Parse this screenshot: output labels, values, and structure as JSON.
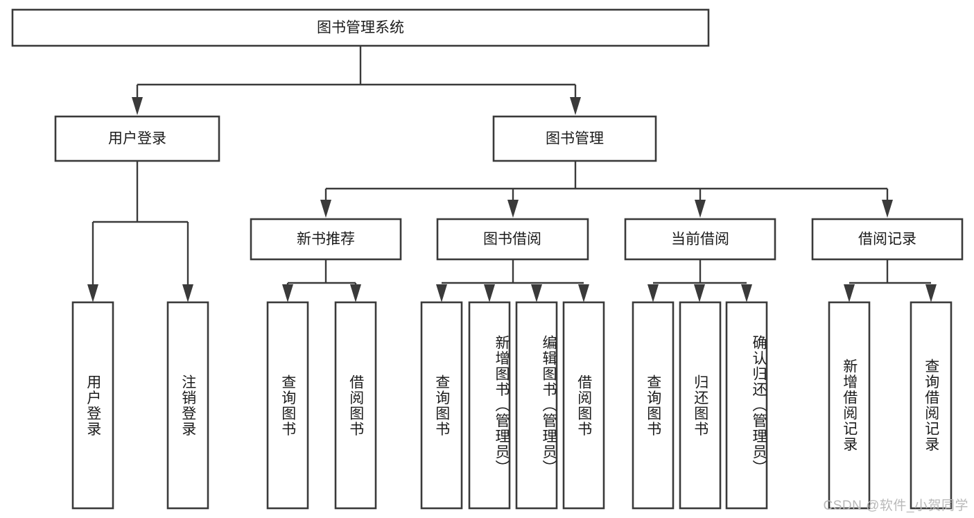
{
  "diagram": {
    "type": "tree",
    "title": "图书管理系统",
    "watermark": "CSDN @软件_小贺同学",
    "colors": {
      "box_stroke": "#3a3a3a",
      "box_fill": "#ffffff",
      "text": "#1b1b1b",
      "connector": "#3a3a3a",
      "watermark": "#b9b9b9",
      "background": "#ffffff"
    },
    "root": {
      "label": "图书管理系统"
    },
    "level2": [
      {
        "label": "用户登录"
      },
      {
        "label": "图书管理"
      }
    ],
    "level3": [
      {
        "label": "新书推荐"
      },
      {
        "label": "图书借阅"
      },
      {
        "label": "当前借阅"
      },
      {
        "label": "借阅记录"
      }
    ],
    "leaves": {
      "user_login": [
        {
          "label": "用户登录"
        },
        {
          "label": "注销登录"
        }
      ],
      "new_book_recommend": [
        {
          "label": "查询图书"
        },
        {
          "label": "借阅图书"
        }
      ],
      "book_borrow": [
        {
          "label": "查询图书"
        },
        {
          "label": "新增图书（管理员）"
        },
        {
          "label": "编辑图书（管理员）"
        },
        {
          "label": "借阅图书"
        }
      ],
      "current_borrow": [
        {
          "label": "查询图书"
        },
        {
          "label": "归还图书"
        },
        {
          "label": "确认归还（管理员）"
        }
      ],
      "borrow_record": [
        {
          "label": "新增借阅记录"
        },
        {
          "label": "查询借阅记录"
        }
      ]
    }
  }
}
